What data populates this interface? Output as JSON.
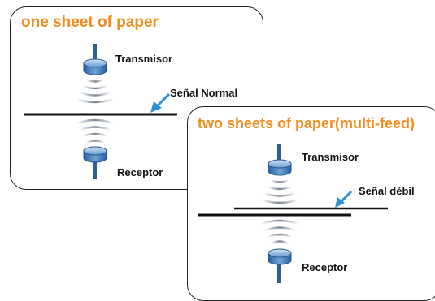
{
  "panel_single": {
    "title": "one sheet of paper",
    "transmitter_label": "Transmisor",
    "signal_label": "Señal Normal",
    "receiver_label": "Receptor"
  },
  "panel_double": {
    "title": "two sheets of paper(multi-feed)",
    "transmitter_label": "Transmisor",
    "signal_label": "Señal débil",
    "receiver_label": "Receptor"
  },
  "icons": {
    "sensor": "sensor-icon",
    "arrow": "arrow-icon",
    "waves": "signal-waves-icon"
  },
  "colors": {
    "title": "#f28c1c",
    "sensor_blue": "#2e6fb5",
    "arrow_blue": "#2e8fd1",
    "waves": "#7f8a95",
    "paper": "#111111"
  }
}
